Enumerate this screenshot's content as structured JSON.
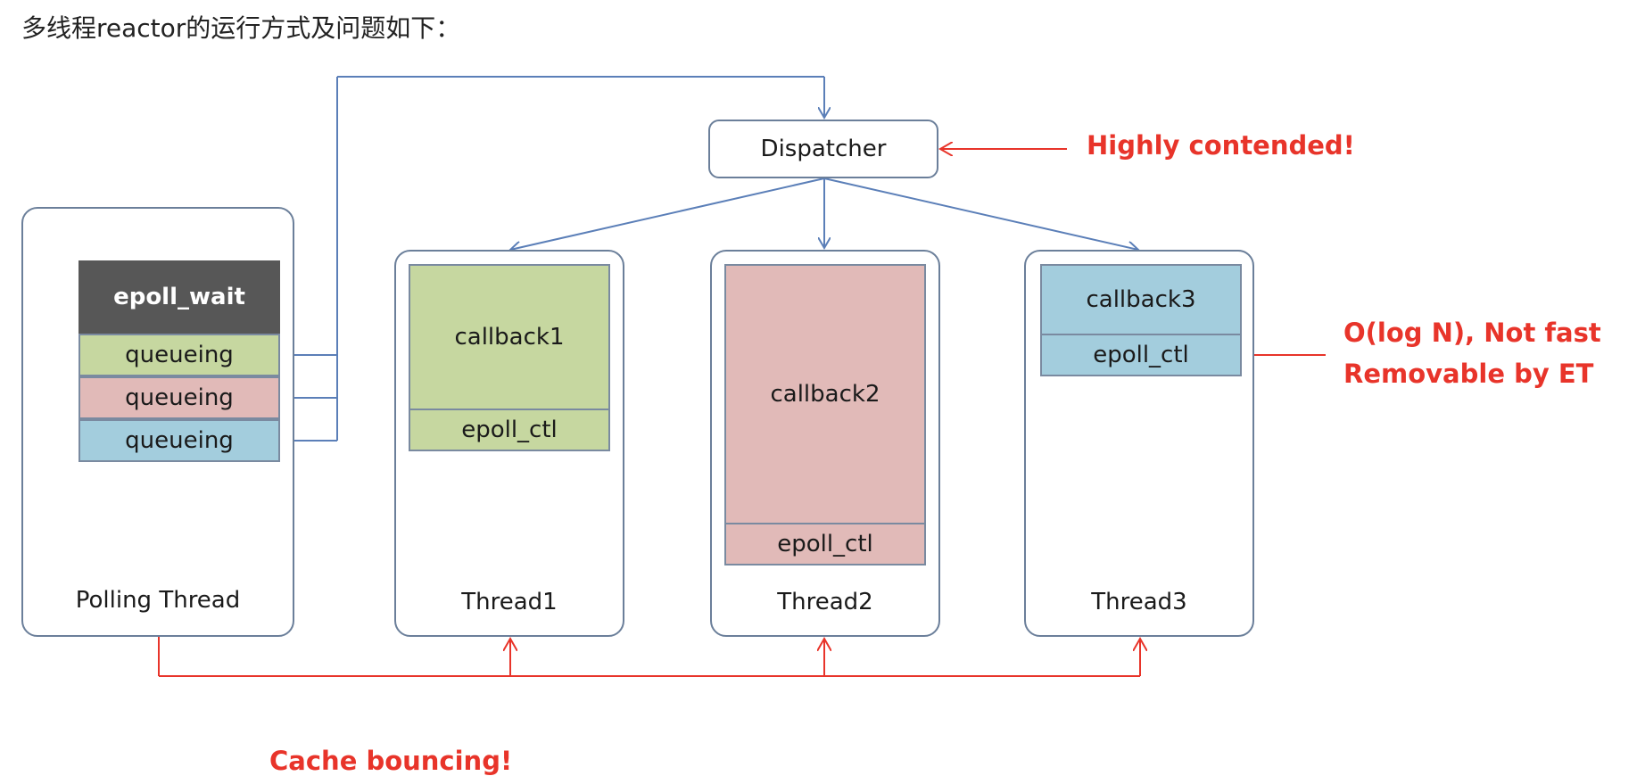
{
  "heading": "多线程reactor的运行方式及问题如下：",
  "dispatcher": {
    "label": "Dispatcher"
  },
  "polling_thread": {
    "title": "Polling Thread",
    "epoll_wait": "epoll_wait",
    "queues": [
      "queueing",
      "queueing",
      "queueing"
    ]
  },
  "threads": [
    {
      "title": "Thread1",
      "callback": "callback1",
      "ctl": "epoll_ctl"
    },
    {
      "title": "Thread2",
      "callback": "callback2",
      "ctl": "epoll_ctl"
    },
    {
      "title": "Thread3",
      "callback": "callback3",
      "ctl": "epoll_ctl"
    }
  ],
  "annotations": {
    "contended": "Highly contended!",
    "complexity_line1": "O(log N), Not fast",
    "complexity_line2": "Removable by ET",
    "cache": "Cache bouncing!"
  },
  "colors": {
    "green": "#c6d7a0",
    "pink": "#e1bab8",
    "blue": "#a3cddd",
    "dark": "#575757",
    "arrow_blue": "#5b7fb8",
    "arrow_red": "#e8342a"
  }
}
